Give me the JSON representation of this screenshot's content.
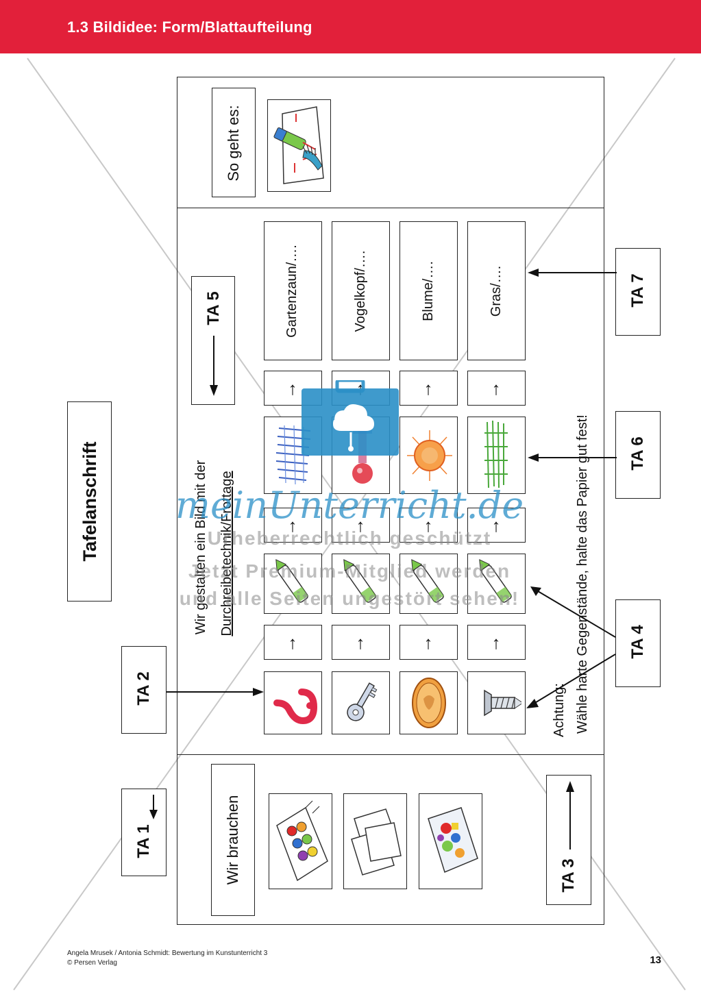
{
  "header": {
    "title": "1.3  Bildidee: Form/Blattaufteilung",
    "color": "#e2203a"
  },
  "board": {
    "title": "Tafelanschrift",
    "ta_labels": {
      "ta1": "TA 1",
      "ta2": "TA 2",
      "ta3": "TA 3",
      "ta4": "TA 4",
      "ta5": "TA 5",
      "ta6": "TA 6",
      "ta7": "TA 7"
    },
    "so_geht_es": "So geht es:",
    "wir_brauchen": "Wir brauchen",
    "intro_line1": "Wir gestalten ein Bild mit der",
    "intro_line2": "Durchreibetechnik/Frottage",
    "attention_line1": "Achtung:",
    "attention_line2": "Wähle harte Gegenstände, halte das Papier gut fest!",
    "rows": [
      {
        "object_icon": "question-mark-icon",
        "result": "Gartenzaun/…."
      },
      {
        "object_icon": "key-icon",
        "result": "Vogelkopf/…."
      },
      {
        "object_icon": "coin-icon",
        "result": "Blume/…."
      },
      {
        "object_icon": "screw-icon",
        "result": "Gras/…."
      }
    ],
    "arrow_glyph": "↑",
    "materials_icons": [
      "paint-box-icon",
      "paper-sheets-icon",
      "objects-box-icon"
    ]
  },
  "watermark": {
    "brand": "meinUnterricht.de",
    "line1": "Urheberrechtlich geschützt",
    "line2": "Jetzt Premium-Mitglied werden",
    "line3": "und alle Seiten ungestört sehen!",
    "color": "#2a8fc7"
  },
  "footer": {
    "line1": "Angela Mrusek / Antonia Schmidt: Bewertung im Kunstunterricht 3",
    "line2": "© Persen Verlag",
    "page_number": "13"
  }
}
